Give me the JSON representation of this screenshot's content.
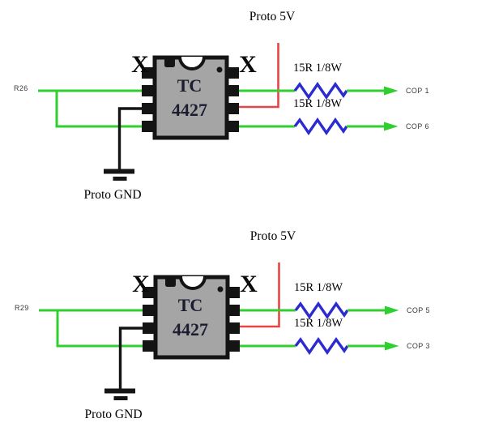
{
  "colors": {
    "background": "#ffffff",
    "signal_wire_green": "#2fcf2f",
    "power_wire_red": "#e84444",
    "ground_wire_black": "#141414",
    "resistor_blue": "#2b2bd0",
    "chip_body_gray": "#a5a5a5",
    "chip_outline_black": "#141414",
    "chip_text_dark": "#1c1c30",
    "label_black": "#000000",
    "net_label_gray": "#3a3a3a"
  },
  "circuits": [
    {
      "power_net": "Proto 5V",
      "ground_net": "Proto GND",
      "input_net": "R26",
      "chip": {
        "line1": "TC",
        "line2": "4427"
      },
      "unused_left": "X",
      "unused_right": "X",
      "outputs": [
        {
          "resistor": "15R 1/8W",
          "net": "COP 1"
        },
        {
          "resistor": "15R 1/8W",
          "net": "COP 6"
        }
      ]
    },
    {
      "power_net": "Proto 5V",
      "ground_net": "Proto GND",
      "input_net": "R29",
      "chip": {
        "line1": "TC",
        "line2": "4427"
      },
      "unused_left": "X",
      "unused_right": "X",
      "outputs": [
        {
          "resistor": "15R 1/8W",
          "net": "COP 5"
        },
        {
          "resistor": "15R 1/8W",
          "net": "COP 3"
        }
      ]
    }
  ]
}
